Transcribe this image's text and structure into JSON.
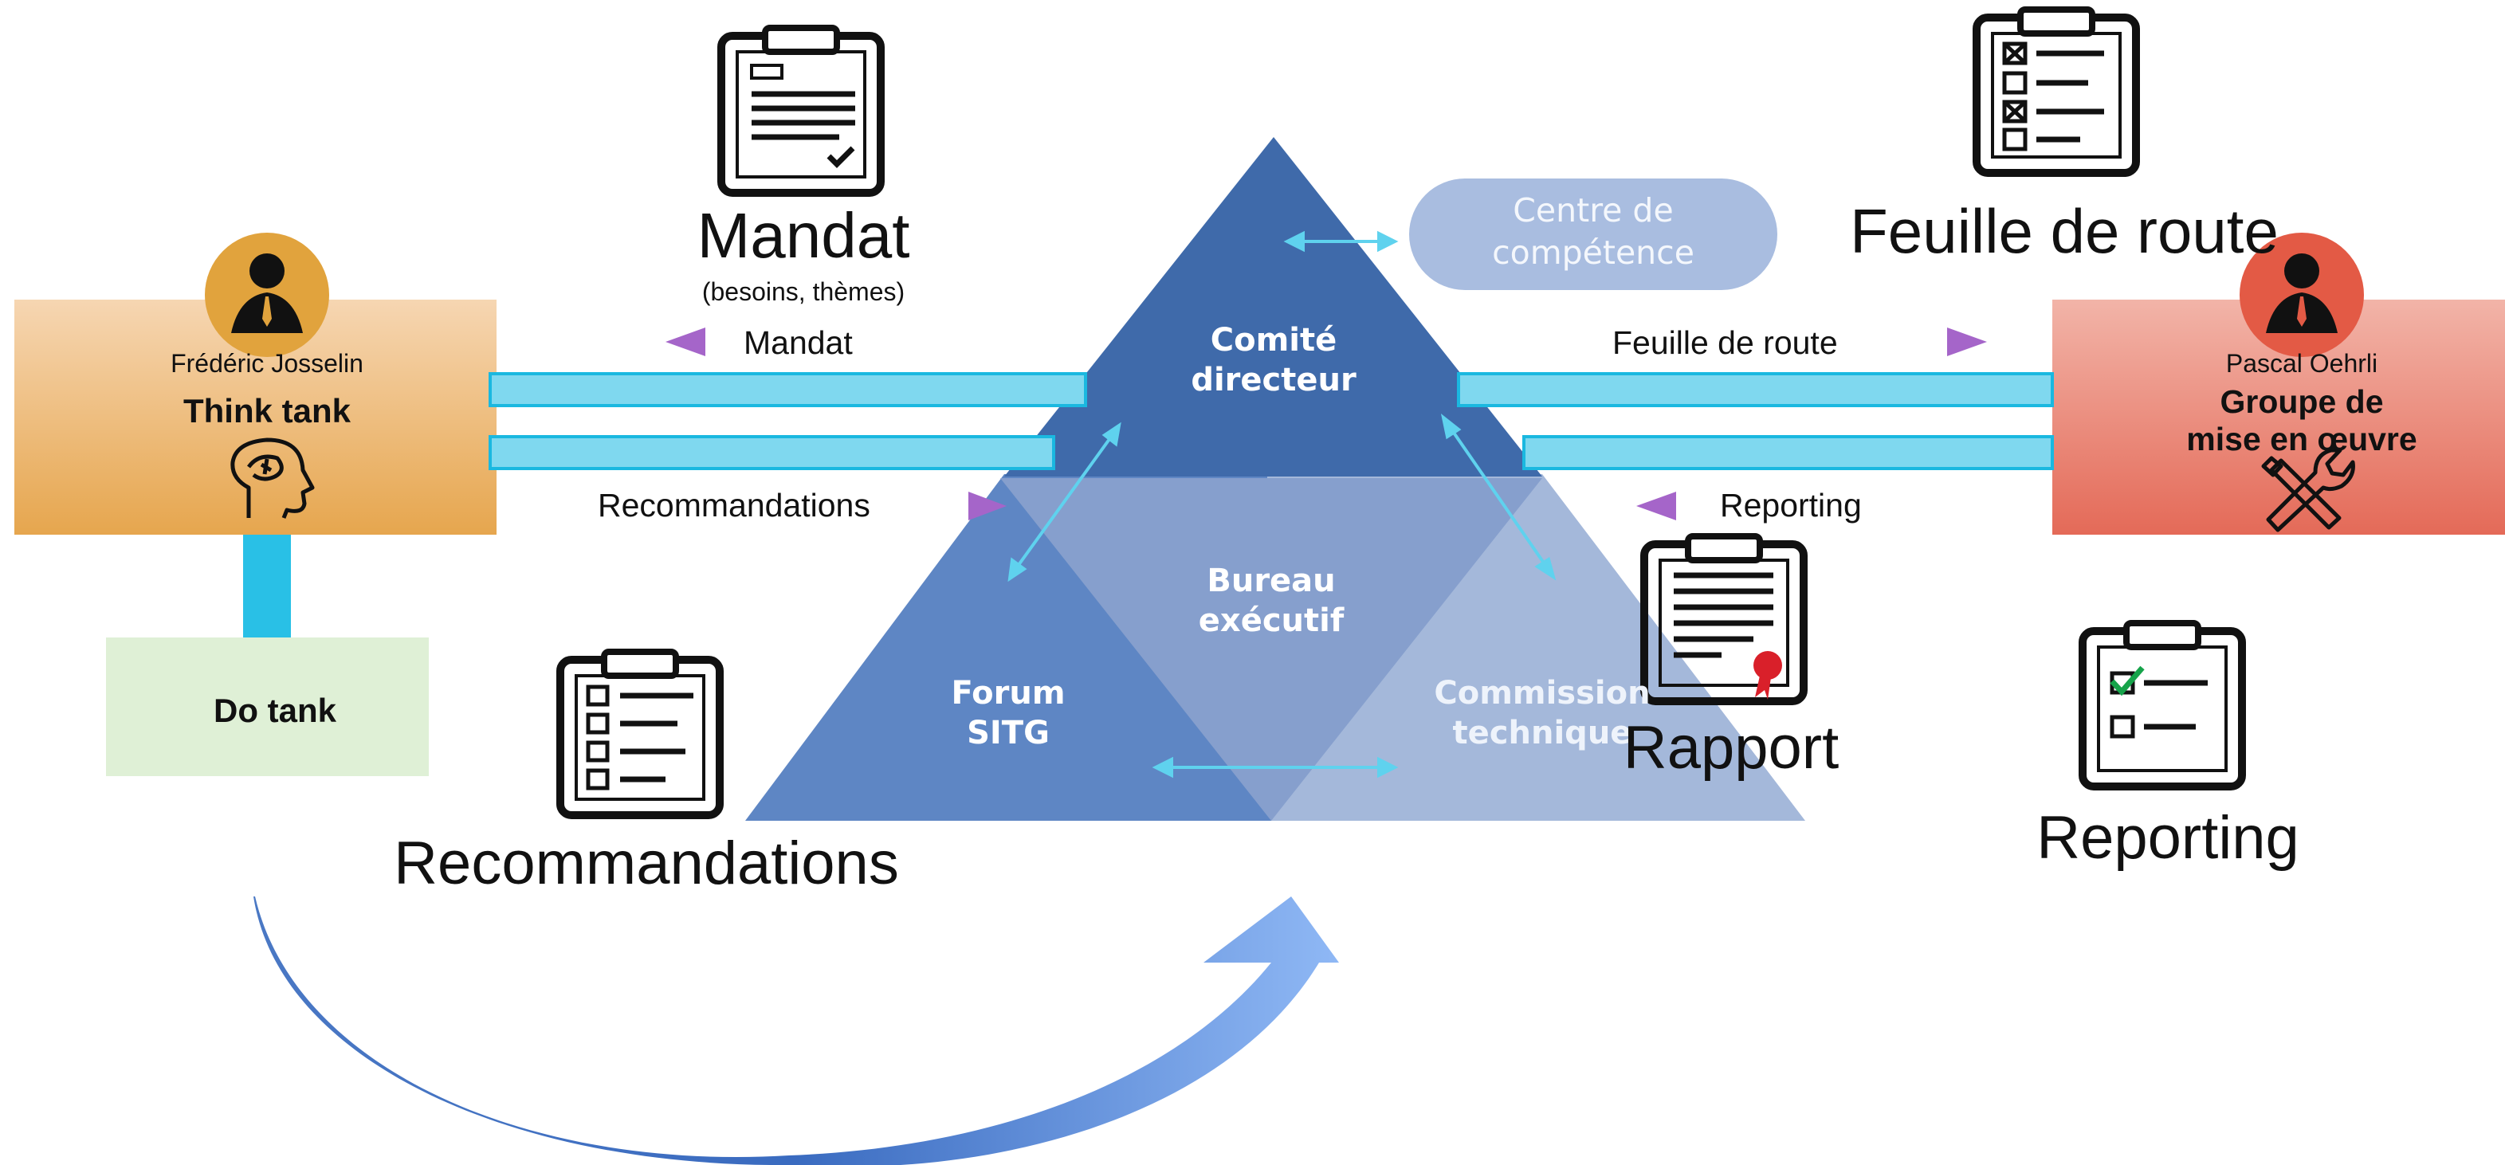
{
  "pyramid": {
    "top": "Comité directeur",
    "top_line1": "Comité",
    "top_line2": "directeur",
    "middle_line1": "Bureau",
    "middle_line2": "exécutif",
    "left_line1": "Forum",
    "left_line2": "SITG",
    "right_line1": "Commission",
    "right_line2": "technique",
    "competence_line1": "Centre de",
    "competence_line2": "compétence"
  },
  "think_tank": {
    "person": "Frédéric Josselin",
    "title": "Think tank",
    "do_tank": "Do tank"
  },
  "implementation_group": {
    "person": "Pascal Oehrli",
    "title_line1": "Groupe de",
    "title_line2": "mise en œuvre"
  },
  "flows": {
    "mandat": "Mandat",
    "recommandations": "Recommandations",
    "feuille_de_route": "Feuille de route",
    "reporting": "Reporting"
  },
  "documents": {
    "mandat_title": "Mandat",
    "mandat_subtitle": "(besoins, thèmes)",
    "feuille_de_route": "Feuille de route",
    "recommandations": "Recommandations",
    "rapport": "Rapport",
    "reporting": "Reporting"
  },
  "colors": {
    "flow_bar": "#7fd8ef",
    "flow_bar_border": "#1ab8e0",
    "triangle_arrow": "#a565c9",
    "pyramid_dark": "#3f6aaa",
    "pyramid_light": "#9fb4d8",
    "think_tank_top": "#f6d6b2",
    "think_tank_bottom": "#e6a64e",
    "group_top": "#f2b4a8",
    "group_bottom": "#e46a58",
    "do_tank_bg": "#dff0d6"
  }
}
